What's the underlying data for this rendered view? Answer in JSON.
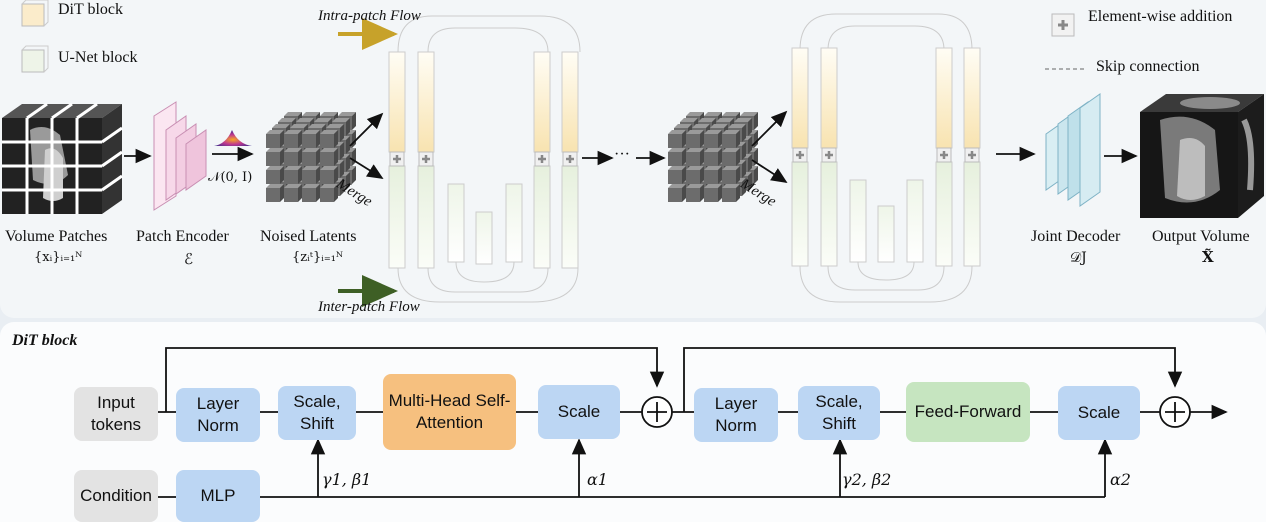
{
  "legend": {
    "dit_block": "DiT block",
    "unet_block": "U-Net block",
    "element_wise_addition": "Element-wise addition",
    "skip_connection": "Skip connection"
  },
  "flows": {
    "intra": "Intra-patch Flow",
    "inter": "Inter-patch Flow"
  },
  "top": {
    "volume_patches": "Volume Patches",
    "volume_patches_sym": "{xᵢ}ᵢ₌₁ᴺ",
    "patch_encoder": "Patch Encoder",
    "patch_encoder_sym": "ℰ",
    "noise_sym": "𝒩(0, I)",
    "noised_latents": "Noised Latents",
    "noised_latents_sym": "{zᵢᵗ}ᵢ₌₁ᴺ",
    "merge": "Merge",
    "ellipsis": "···",
    "joint_decoder": "Joint Decoder",
    "joint_decoder_sym": "𝒟J",
    "output_volume": "Output Volume",
    "output_volume_sym": "X̃"
  },
  "dit": {
    "title": "DiT block",
    "input_tokens": "Input tokens",
    "condition": "Condition",
    "mlp": "MLP",
    "layer_norm_1": "Layer Norm",
    "scale_shift_1": "Scale, Shift",
    "mhsa": "Multi-Head Self-Attention",
    "scale_1": "Scale",
    "layer_norm_2": "Layer Norm",
    "scale_shift_2": "Scale, Shift",
    "feed_forward": "Feed-Forward",
    "scale_2": "Scale",
    "gamma_beta_1": "γ1, β1",
    "alpha_1": "α1",
    "gamma_beta_2": "γ2, β2",
    "alpha_2": "α2",
    "plus": "+"
  },
  "colors": {
    "dit_fill": "#fbeccb",
    "unet_fill": "#eef4e8",
    "intra_arrow": "#c7a22a",
    "inter_arrow": "#3e5f25",
    "blue_box": "#bcd6f3",
    "orange_box": "#f6c07f",
    "green_box": "#c6e5c0",
    "gray_box": "#e3e3e3"
  }
}
